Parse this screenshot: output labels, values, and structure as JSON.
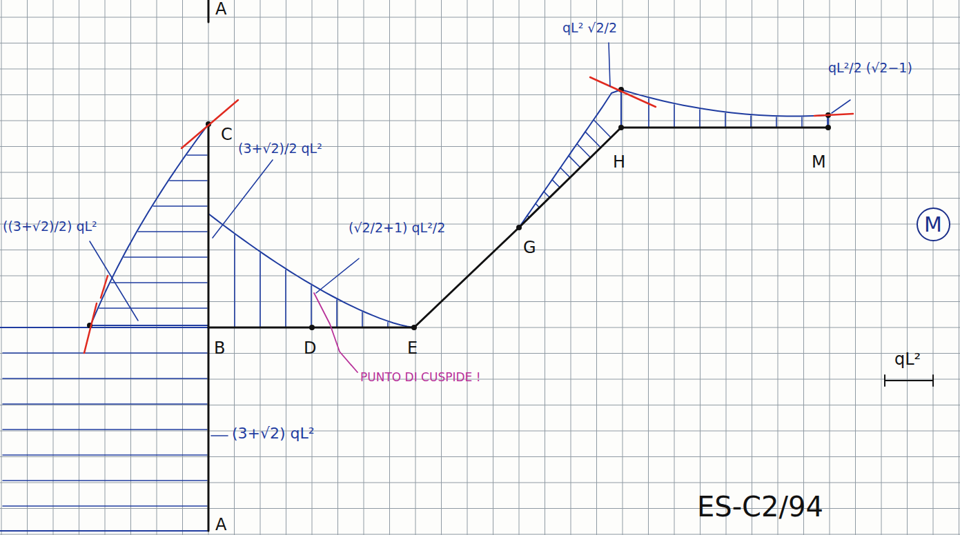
{
  "diagram": {
    "nodes": [
      {
        "text": [
          "M"
        ]
      }
    ],
    "labels": [
      "A",
      "A",
      "C",
      "B",
      "D",
      "E",
      "G",
      "H",
      "M",
      "((3+√2)/2) qL²",
      "(3+√2)/2 qL²",
      "(√2/2+1) qL²/2",
      "qL² √2/2",
      "qL²/2 (√2−1)",
      "(3+√2) qL²",
      "PUNTO DI CUSPIDE !",
      "qL²",
      "ES-C2/94"
    ]
  }
}
